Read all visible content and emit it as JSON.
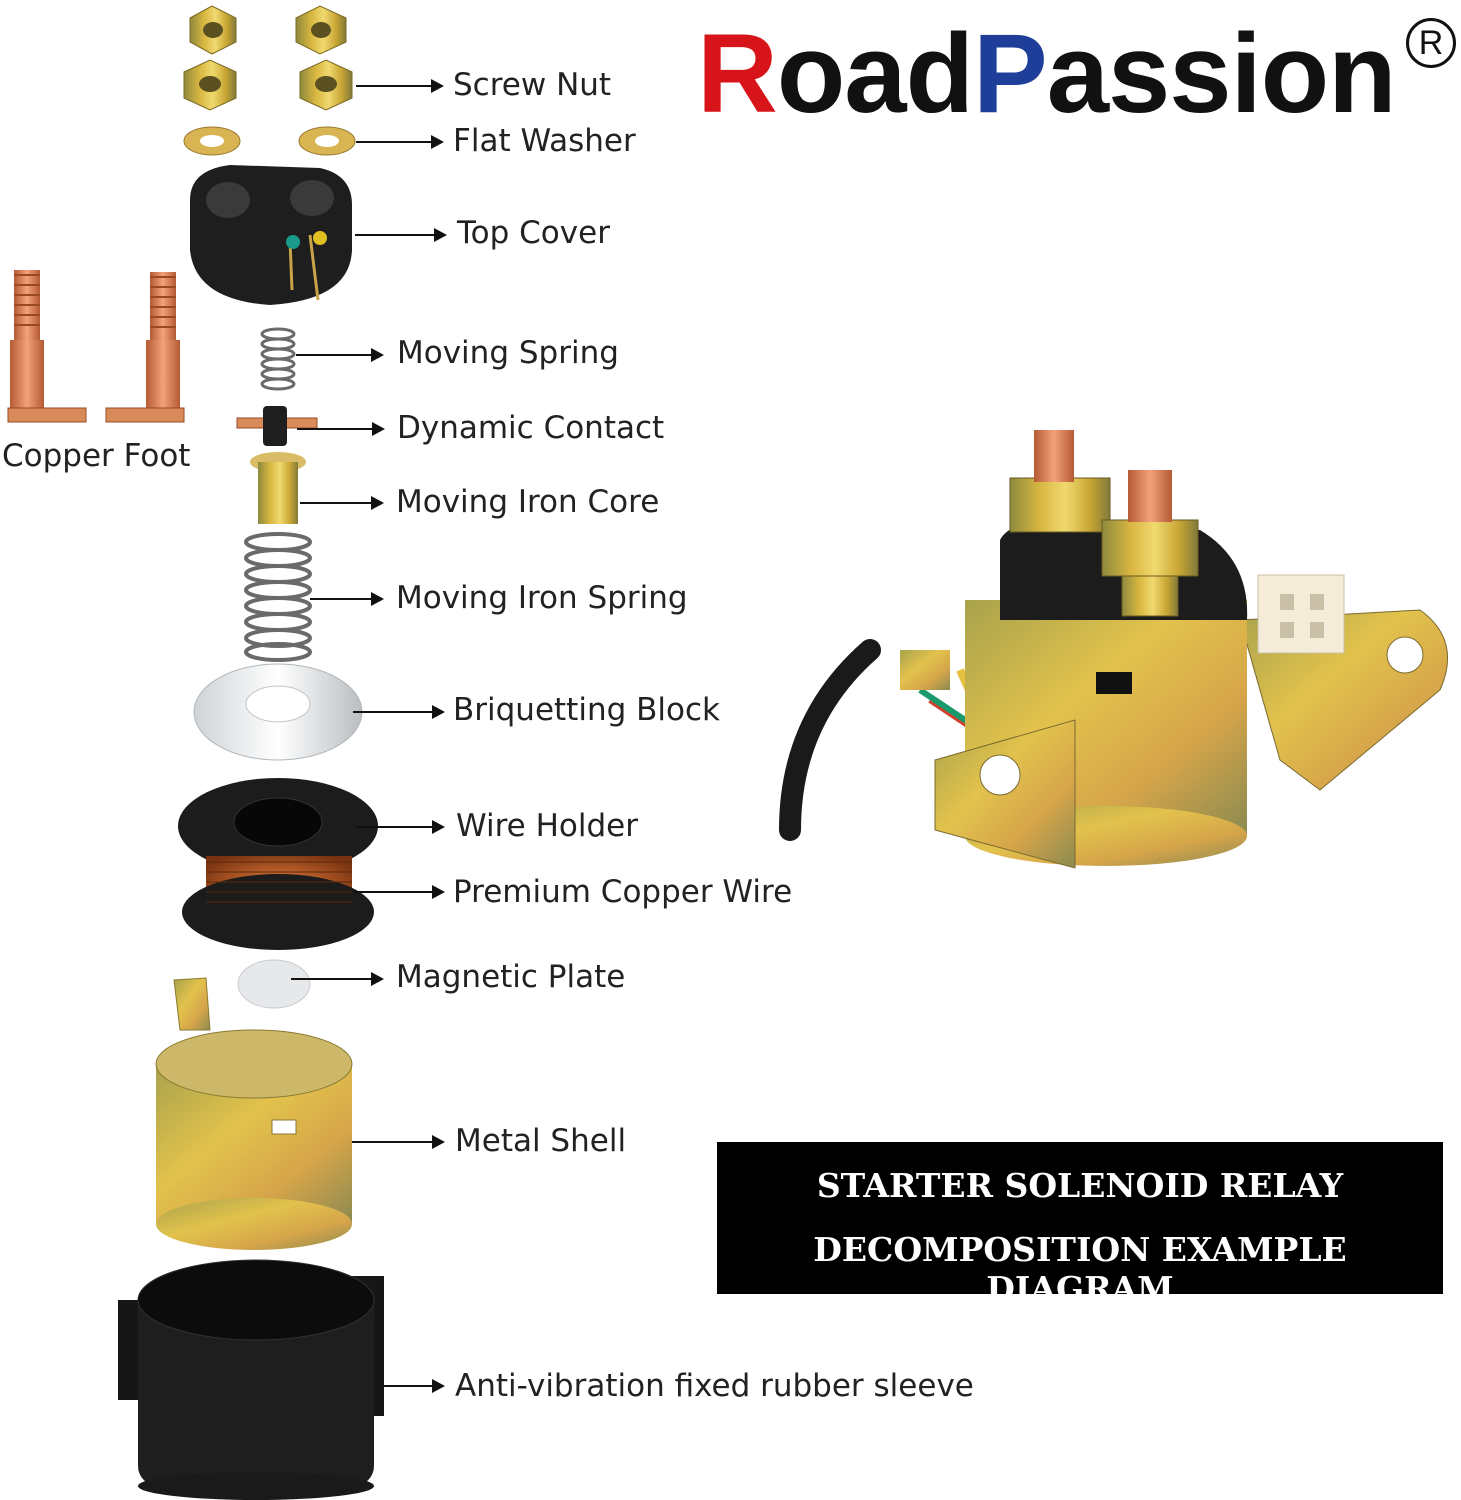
{
  "brand": {
    "part1_initial": "R",
    "part1_rest": "oad",
    "part2_initial": "P",
    "part2_rest": "assion",
    "registered_mark": "R"
  },
  "banner": {
    "line1": "STARTER SOLENOID RELAY",
    "line2": "DECOMPOSITION EXAMPLE DIAGRAM"
  },
  "parts": {
    "screw_nut": "Screw Nut",
    "flat_washer": "Flat Washer",
    "top_cover": "Top Cover",
    "moving_spring": "Moving Spring",
    "dynamic_contact": "Dynamic Contact",
    "copper_foot": "Copper Foot",
    "moving_iron_core": "Moving Iron Core",
    "moving_iron_spring": "Moving Iron Spring",
    "briquetting_block": "Briquetting Block",
    "wire_holder": "Wire Holder",
    "premium_copper_wire": "Premium Copper Wire",
    "magnetic_plate": "Magnetic Plate",
    "metal_shell": "Metal Shell",
    "rubber_sleeve": "Anti-vibration fixed rubber sleeve"
  },
  "colors": {
    "brand_red": "#d7141a",
    "brand_blue": "#1f3e9a",
    "zinc_gold": "#c9a634",
    "copper": "#d9774a",
    "banner_bg": "#000000"
  }
}
